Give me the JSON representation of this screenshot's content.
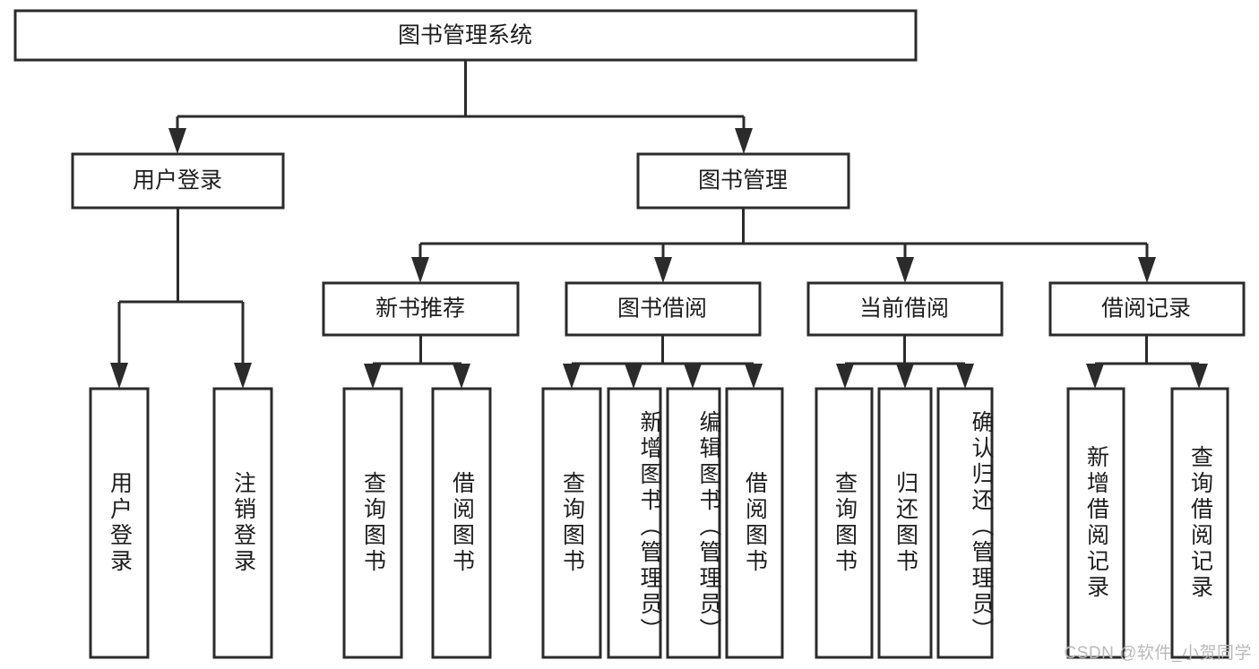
{
  "diagram": {
    "title": "图书管理系统",
    "watermark": "CSDN @软件_小贺同学",
    "colors": {
      "stroke": "#2b2b2b",
      "fill": "#ffffff",
      "text": "#1d1d1d",
      "watermark": "#b9b9b9",
      "background": "#ffffff"
    },
    "levels": {
      "level1": [
        {
          "id": "root",
          "label": "图书管理系统",
          "orientation": "horizontal"
        }
      ],
      "level2": [
        {
          "id": "user-login",
          "label": "用户登录",
          "orientation": "horizontal"
        },
        {
          "id": "book-manage",
          "label": "图书管理",
          "orientation": "horizontal"
        }
      ],
      "level3": [
        {
          "id": "new-book-rec",
          "label": "新书推荐",
          "orientation": "horizontal"
        },
        {
          "id": "book-borrow",
          "label": "图书借阅",
          "orientation": "horizontal"
        },
        {
          "id": "current-borrow",
          "label": "当前借阅",
          "orientation": "horizontal"
        },
        {
          "id": "borrow-record",
          "label": "借阅记录",
          "orientation": "horizontal"
        }
      ],
      "level4": [
        {
          "id": "leaf-user-login",
          "label": "用户登录",
          "parent": "user-login",
          "orientation": "vertical"
        },
        {
          "id": "leaf-logout",
          "label": "注销登录",
          "parent": "user-login",
          "orientation": "vertical"
        },
        {
          "id": "leaf-query-book-1",
          "label": "查询图书",
          "parent": "new-book-rec",
          "orientation": "vertical"
        },
        {
          "id": "leaf-borrow-book-1",
          "label": "借阅图书",
          "parent": "new-book-rec",
          "orientation": "vertical"
        },
        {
          "id": "leaf-query-book-2",
          "label": "查询图书",
          "parent": "book-borrow",
          "orientation": "vertical"
        },
        {
          "id": "leaf-add-book",
          "label": "新增图书（管理员）",
          "parent": "book-borrow",
          "orientation": "vertical"
        },
        {
          "id": "leaf-edit-book",
          "label": "编辑图书（管理员）",
          "parent": "book-borrow",
          "orientation": "vertical"
        },
        {
          "id": "leaf-borrow-book-2",
          "label": "借阅图书",
          "parent": "book-borrow",
          "orientation": "vertical"
        },
        {
          "id": "leaf-query-book-3",
          "label": "查询图书",
          "parent": "current-borrow",
          "orientation": "vertical"
        },
        {
          "id": "leaf-return-book",
          "label": "归还图书",
          "parent": "current-borrow",
          "orientation": "vertical"
        },
        {
          "id": "leaf-confirm-return",
          "label": "确认归还（管理员）",
          "parent": "current-borrow",
          "orientation": "vertical"
        },
        {
          "id": "leaf-add-record",
          "label": "新增借阅记录",
          "parent": "borrow-record",
          "orientation": "vertical"
        },
        {
          "id": "leaf-query-record",
          "label": "查询借阅记录",
          "parent": "borrow-record",
          "orientation": "vertical"
        }
      ]
    }
  }
}
